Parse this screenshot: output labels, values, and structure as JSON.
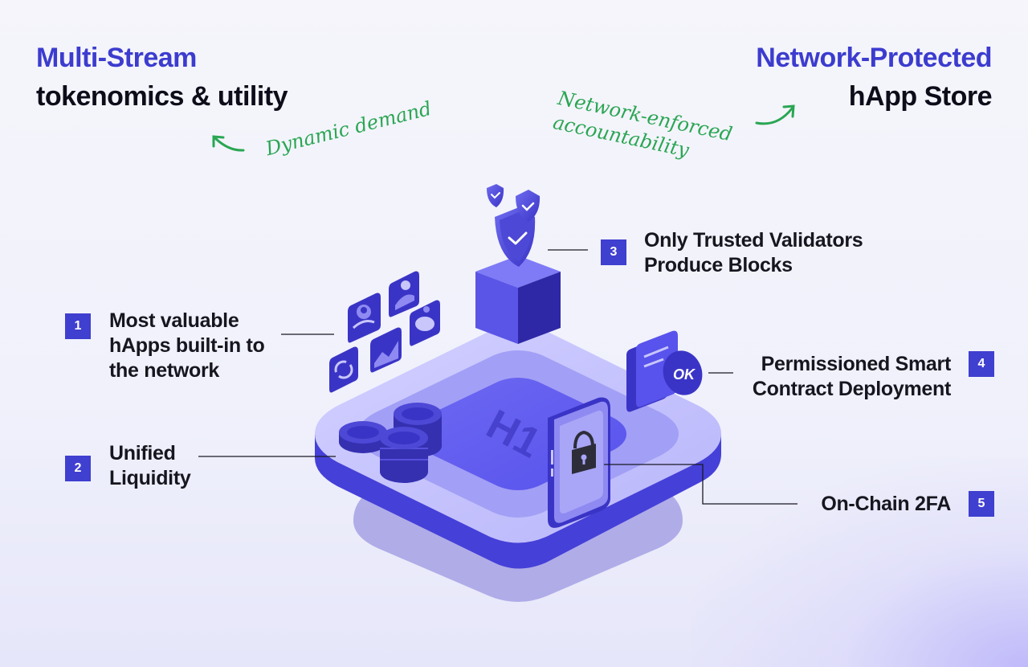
{
  "left_heading": {
    "accent": "Multi-Stream",
    "main": "tokenomics & utility"
  },
  "right_heading": {
    "accent": "Network-Protected",
    "main": "hApp Store"
  },
  "annotations": {
    "left": "Dynamic demand",
    "right_line1": "Network-enforced",
    "right_line2": "accountability"
  },
  "features": [
    {
      "number": "1",
      "lines": [
        "Most valuable",
        "hApps built-in to",
        "the network"
      ]
    },
    {
      "number": "2",
      "lines": [
        "Unified",
        "Liquidity"
      ]
    },
    {
      "number": "3",
      "lines": [
        "Only Trusted Validators",
        "Produce Blocks"
      ]
    },
    {
      "number": "4",
      "lines": [
        "Permissioned Smart",
        "Contract Deployment"
      ]
    },
    {
      "number": "5",
      "lines": [
        "On-Chain 2FA"
      ]
    }
  ],
  "illustration": {
    "ok_label": "OK",
    "platform_logo": "H1"
  },
  "colors": {
    "accent": "#3c3ccf",
    "badge": "#3f3fd0",
    "handwriting": "#2aa653",
    "text": "#16161f"
  }
}
